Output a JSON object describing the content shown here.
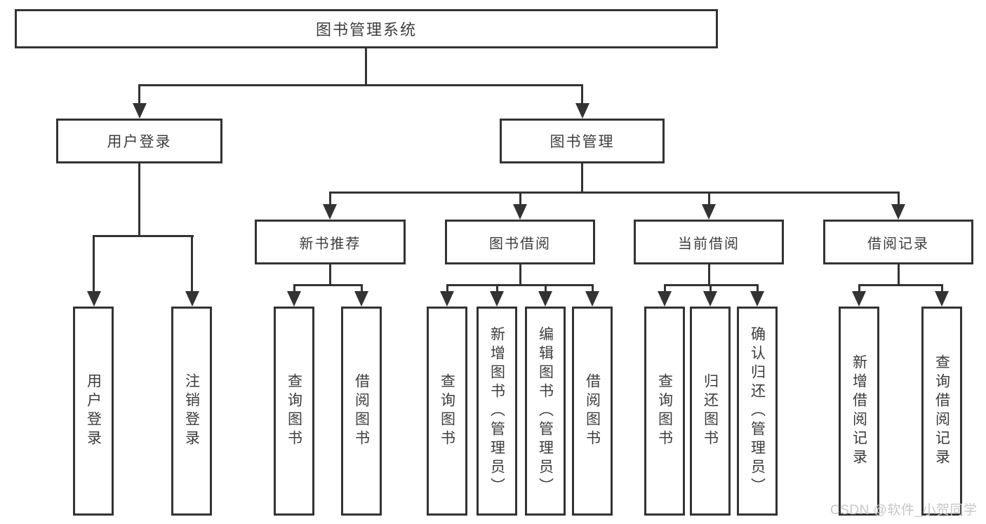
{
  "tree": {
    "root": "图书管理系统",
    "level2": {
      "user_login": "用户登录",
      "book_management": "图书管理"
    },
    "level3": {
      "new_book": "新书推荐",
      "book_borrow": "图书借阅",
      "current_borrow": "当前借阅",
      "borrow_record": "借阅记录"
    },
    "leaves": {
      "user_login": [
        "用户登录",
        "注销登录"
      ],
      "new_book": [
        "查询图书",
        "借阅图书"
      ],
      "book_borrow": [
        "查询图书",
        "新增图书（管理员）",
        "编辑图书（管理员）",
        "借阅图书"
      ],
      "current_borrow": [
        "查询图书",
        "归还图书",
        "确认归还（管理员）"
      ],
      "borrow_record": [
        "新增借阅记录",
        "查询借阅记录"
      ]
    }
  },
  "watermark": "CSDN @软件_小贺同学",
  "colors": {
    "line": "#333333",
    "box_border": "#333333",
    "text": "#3d3d3d",
    "watermark": "#c7c7c7",
    "background": "#ffffff"
  }
}
